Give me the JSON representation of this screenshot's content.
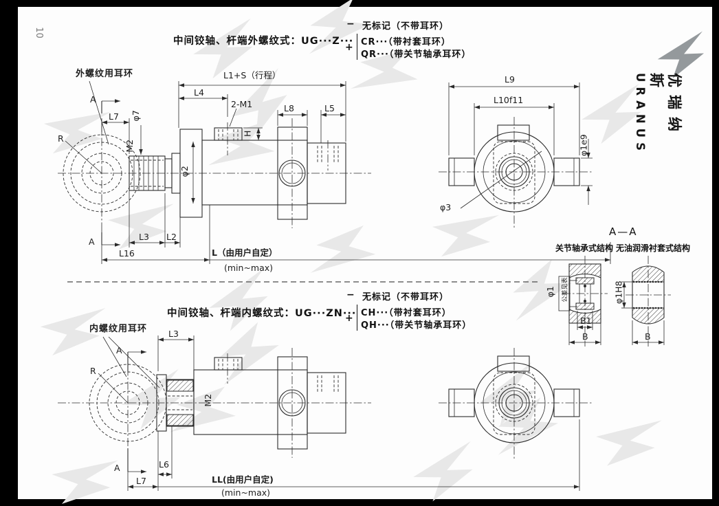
{
  "page": {
    "number": "10"
  },
  "brand": {
    "cn": "优瑞纳斯",
    "en": "URANUS"
  },
  "top_section": {
    "title": "中间铰轴、杆端外螺纹式：UG···Z···",
    "minus": "−",
    "plus": "+",
    "option_none": "无标记（不带耳环）",
    "option_bushing": "CR···（带衬套耳环）",
    "option_bearing": "QR···（带关节轴承耳环）",
    "labels": {
      "lug": "外螺纹用耳环",
      "a": "A",
      "r": "R",
      "l7": "L7",
      "phi7": "φ7",
      "m2": "M2",
      "l1s": "L1+S（行程）",
      "l4": "L4",
      "ports": "2-M1",
      "l8": "L8",
      "l5": "L5",
      "h": "H",
      "phi2": "φ2",
      "l3": "L3",
      "l2": "L2",
      "l16": "L16",
      "l_user": "L（由用户自定）",
      "minmax": "(min~max)"
    },
    "end_view": {
      "l9": "L9",
      "l10": "L10f11",
      "phi1e9": "φ1e9",
      "phi3": "φ3"
    }
  },
  "bottom_section": {
    "title": "中间铰轴、杆端内螺纹式：UG···ZN···",
    "minus": "−",
    "plus": "+",
    "option_none": "无标记（不带耳环）",
    "option_bushing": "CH···（带衬套耳环）",
    "option_bearing": "QH···（带关节轴承耳环）",
    "labels": {
      "lug": "内螺纹用耳环",
      "a": "A",
      "r": "R",
      "l3": "L3",
      "m2": "M2",
      "l6": "L6",
      "l7": "L7",
      "ll_user": "LL(由用户自定)",
      "minmax": "(min~max)"
    }
  },
  "section_aa": {
    "title": "A—A",
    "bearing_type": "关节轴承式结构",
    "bushing_type": "无油润滑衬套式结构",
    "labels": {
      "phi1": "φ1",
      "tolerance": "公差见表",
      "b1": "B1",
      "b_left": "B",
      "phi1h8": "φ1H8",
      "b_right": "B"
    }
  }
}
